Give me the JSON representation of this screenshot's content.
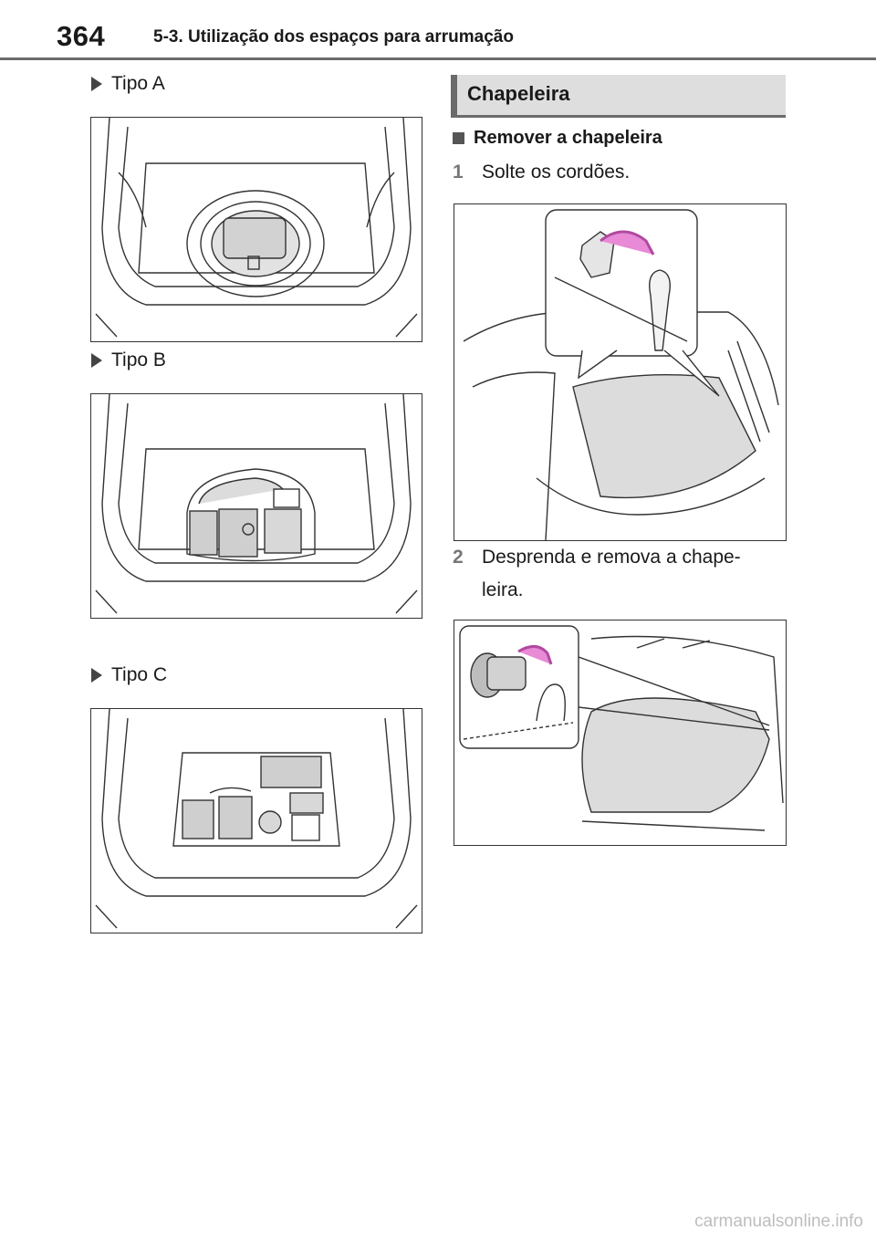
{
  "header": {
    "page_number": "364",
    "section": "5-3. Utilização dos espaços para arrumação"
  },
  "left": {
    "type_a": "Tipo A",
    "type_b": "Tipo B",
    "type_c": "Tipo C"
  },
  "right": {
    "section_title": "Chapeleira",
    "subsection": "Remover a chapeleira",
    "step1_num": "1",
    "step1_text": "Solte os cordões.",
    "step2_num": "2",
    "step2_line1": "Desprenda e remova a chape-",
    "step2_line2": "leira."
  },
  "watermark": "carmanualsonline.info",
  "colors": {
    "accent_pink": "#e88ad6",
    "panel_gray": "#dedede",
    "rule_gray": "#6b6b6b"
  }
}
